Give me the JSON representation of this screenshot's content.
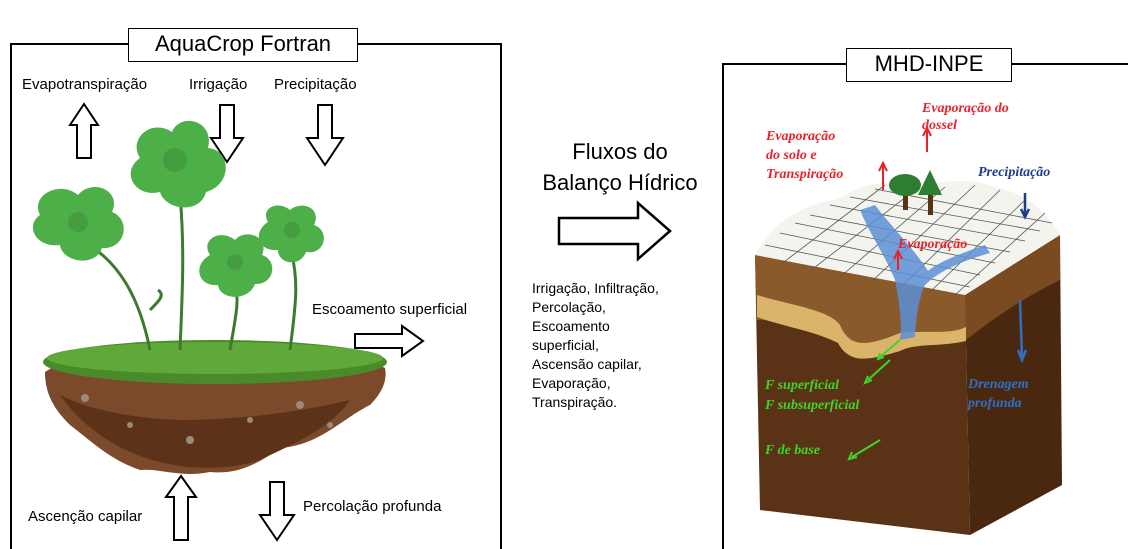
{
  "left_panel": {
    "title": "AquaCrop Fortran",
    "labels": {
      "evapotranspiration": "Evapotranspiração",
      "irrigation": "Irrigação",
      "precipitation": "Precipitação",
      "runoff": "Escoamento superficial",
      "capillary_rise": "Ascenção capilar",
      "deep_percolation": "Percolação profunda"
    }
  },
  "center": {
    "title_line1": "Fluxos do",
    "title_line2": "Balanço Hídrico",
    "flux_list": [
      "Irrigação, Infiltração,",
      "Percolação,",
      "Escoamento",
      "superficial,",
      "Ascensão capilar,",
      "Evaporação,",
      "Transpiração."
    ]
  },
  "right_panel": {
    "title": "MHD-INPE",
    "labels": {
      "canopy_evaporation_1": "Evaporação do",
      "canopy_evaporation_2": "dossel",
      "soil_evap_1": "Evaporação",
      "soil_evap_2": "do solo e",
      "soil_evap_3": "Transpiração",
      "precipitation": "Precipitação",
      "evaporation": "Evaporação",
      "surface_flow": "F superficial",
      "subsurface_flow": "F subsuperficial",
      "deep_drainage_1": "Drenagem",
      "deep_drainage_2": "profunda",
      "base_flow": "F de base"
    }
  },
  "colors": {
    "red_label": "#e8212b",
    "blue_label": "#1f3b8c",
    "drainage_blue": "#2f6fc4",
    "green_label": "#3fd42a",
    "plant_green": "#4caf48",
    "soil_brown": "#6b3a1f"
  }
}
